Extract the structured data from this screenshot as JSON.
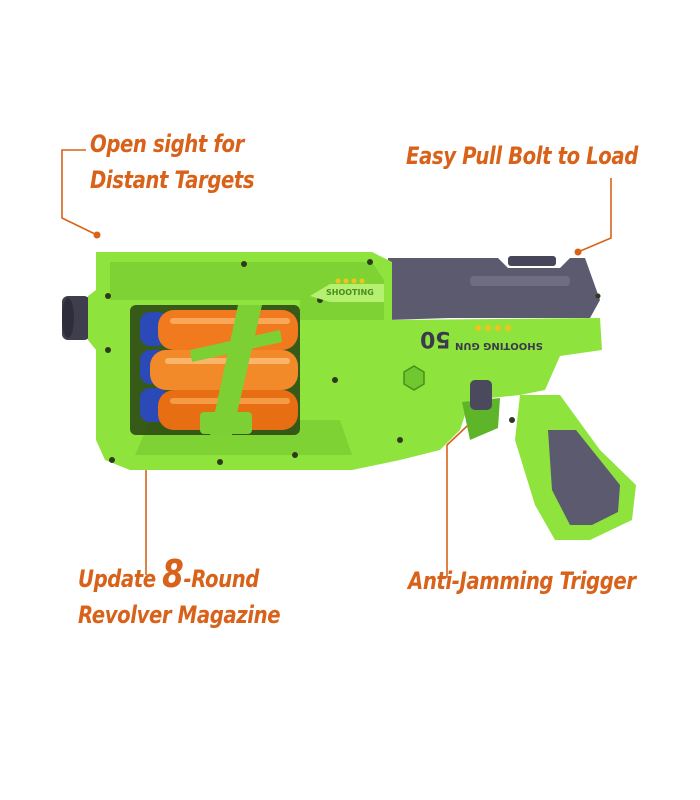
{
  "callouts": {
    "sight": {
      "line1": "Open sight for",
      "line2": "Distant Targets"
    },
    "bolt": {
      "line1": "Easy Pull Bolt to Load"
    },
    "magazine": {
      "line1_pre": "Update ",
      "line1_big": "8",
      "line1_post": "-Round",
      "line2": "Revolver Magazine"
    },
    "trigger": {
      "line1": "Anti-Jamming Trigger"
    }
  },
  "gun_text": {
    "number": "50",
    "label": "SHOOTING GUN",
    "side_label": "SHOOTING"
  },
  "colors": {
    "body_green": "#8fe33d",
    "dark_green": "#5fb52a",
    "slide_grey": "#5b5a6e",
    "dart_orange": "#f07a1d",
    "dart_tip_blue": "#2c49b8",
    "callout_orange": "#d9621a"
  }
}
